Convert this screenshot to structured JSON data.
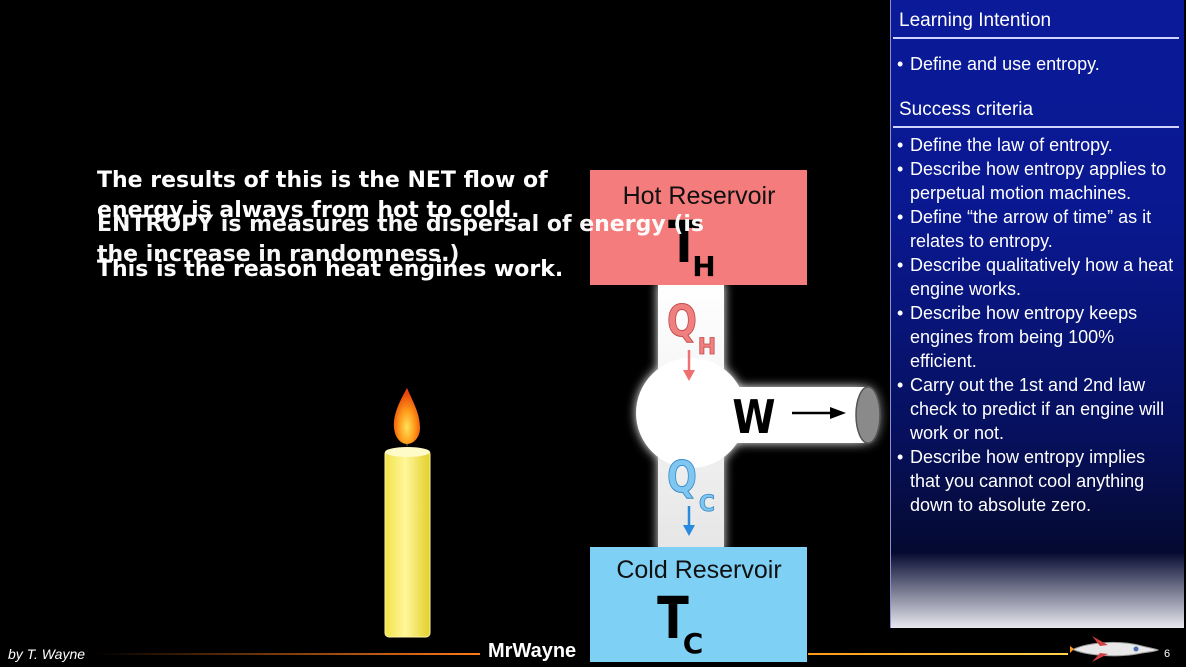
{
  "slide": {
    "text_net": "The results of this is the NET flow of\nenergy is always from hot to cold.",
    "text_entropy": "ENTROPY is measures the dispersal of energy (is\nthe increase in randomness.)",
    "text_reason": "This is the reason heat engines work."
  },
  "diagram": {
    "hot_label": "Hot Reservoir",
    "hot_symbol": "T",
    "hot_sub": "H",
    "cold_label": "Cold Reservoir",
    "cold_symbol": "T",
    "cold_sub": "C",
    "qh_symbol": "Q",
    "qh_sub": "H",
    "qc_symbol": "Q",
    "qc_sub": "C",
    "work_symbol": "W",
    "colors": {
      "hot": "#f47c7c",
      "cold": "#7fd0f5",
      "qh": "#f08080",
      "qc": "#4aa8e8"
    }
  },
  "panel": {
    "learning_title": "Learning Intention",
    "learning_items": [
      "Define and use entropy."
    ],
    "success_title": "Success criteria",
    "success_items": [
      "Define the law of entropy.",
      "Describe how entropy applies to perpetual motion machines.",
      "Define “the arrow of time” as it relates to entropy.",
      "Describe qualitatively how a heat engine works.",
      "Describe how entropy keeps engines from being 100% efficient.",
      "Carry out the 1st and 2nd law check to predict if an engine will work or not.",
      "Describe how entropy implies that you cannot cool anything down to absolute zero."
    ]
  },
  "footer": {
    "author": "by T. Wayne",
    "brand": "MrWayne",
    "page": "6"
  }
}
